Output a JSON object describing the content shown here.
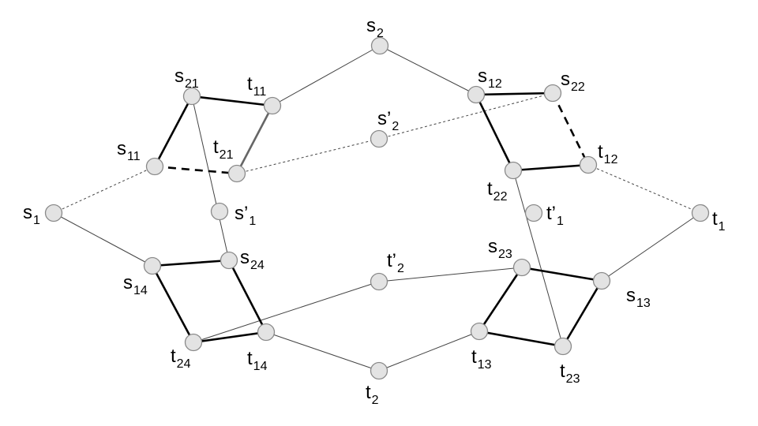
{
  "nodes": [
    {
      "id": "s2",
      "base": "s",
      "sub": "2"
    },
    {
      "id": "s21",
      "base": "s",
      "sub": "21"
    },
    {
      "id": "t11",
      "base": "t",
      "sub": "11"
    },
    {
      "id": "s12",
      "base": "s",
      "sub": "12"
    },
    {
      "id": "s22",
      "base": "s",
      "sub": "22"
    },
    {
      "id": "s2p",
      "base": "s’",
      "sub": "2"
    },
    {
      "id": "s11",
      "base": "s",
      "sub": "11"
    },
    {
      "id": "t21",
      "base": "t",
      "sub": "21"
    },
    {
      "id": "t12",
      "base": "t",
      "sub": "12"
    },
    {
      "id": "t22",
      "base": "t",
      "sub": "22"
    },
    {
      "id": "s1",
      "base": "s",
      "sub": "1"
    },
    {
      "id": "s1p",
      "base": "s’",
      "sub": "1"
    },
    {
      "id": "t1p",
      "base": "t’",
      "sub": "1"
    },
    {
      "id": "t1",
      "base": "t",
      "sub": "1"
    },
    {
      "id": "s24",
      "base": "s",
      "sub": "24"
    },
    {
      "id": "s14",
      "base": "s",
      "sub": "14"
    },
    {
      "id": "t2p",
      "base": "t’",
      "sub": "2"
    },
    {
      "id": "s23",
      "base": "s",
      "sub": "23"
    },
    {
      "id": "s13",
      "base": "s",
      "sub": "13"
    },
    {
      "id": "t24",
      "base": "t",
      "sub": "24"
    },
    {
      "id": "t14",
      "base": "t",
      "sub": "14"
    },
    {
      "id": "t13",
      "base": "t",
      "sub": "13"
    },
    {
      "id": "t23",
      "base": "t",
      "sub": "23"
    },
    {
      "id": "t2",
      "base": "t",
      "sub": "2"
    }
  ],
  "edges": [
    {
      "from": "s2",
      "to": "t11",
      "style": "thin"
    },
    {
      "from": "s2",
      "to": "s12",
      "style": "thin"
    },
    {
      "from": "s1",
      "to": "s14",
      "style": "thin"
    },
    {
      "from": "t1",
      "to": "s13",
      "style": "thin"
    },
    {
      "from": "t14",
      "to": "t2",
      "style": "thin"
    },
    {
      "from": "t2",
      "to": "t13",
      "style": "thin"
    },
    {
      "from": "s21",
      "to": "s24",
      "style": "thin"
    },
    {
      "from": "t22",
      "to": "t23",
      "style": "thin"
    },
    {
      "from": "t24",
      "to": "t2p",
      "style": "thin"
    },
    {
      "from": "t2p",
      "to": "s23",
      "style": "thin"
    },
    {
      "from": "s1",
      "to": "s11",
      "style": "dotted"
    },
    {
      "from": "t21",
      "to": "s2p",
      "style": "dotted"
    },
    {
      "from": "s2p",
      "to": "s22",
      "style": "dotted"
    },
    {
      "from": "t12",
      "to": "t1",
      "style": "dotted"
    },
    {
      "from": "s21",
      "to": "t11",
      "style": "thick"
    },
    {
      "from": "s21",
      "to": "s11",
      "style": "thick"
    },
    {
      "from": "t11",
      "to": "t21",
      "style": "gray"
    },
    {
      "from": "s11",
      "to": "t21",
      "style": "dashed"
    },
    {
      "from": "s12",
      "to": "s22",
      "style": "thick"
    },
    {
      "from": "s12",
      "to": "t22",
      "style": "thick"
    },
    {
      "from": "t22",
      "to": "t12",
      "style": "thick"
    },
    {
      "from": "s22",
      "to": "t12",
      "style": "dashed"
    },
    {
      "from": "s14",
      "to": "s24",
      "style": "thick"
    },
    {
      "from": "s14",
      "to": "t24",
      "style": "thick"
    },
    {
      "from": "s24",
      "to": "t14",
      "style": "thick"
    },
    {
      "from": "t24",
      "to": "t14",
      "style": "thick"
    },
    {
      "from": "s23",
      "to": "s13",
      "style": "thick"
    },
    {
      "from": "s23",
      "to": "t13",
      "style": "thick"
    },
    {
      "from": "t13",
      "to": "t23",
      "style": "thick"
    },
    {
      "from": "s13",
      "to": "t23",
      "style": "thick"
    }
  ]
}
